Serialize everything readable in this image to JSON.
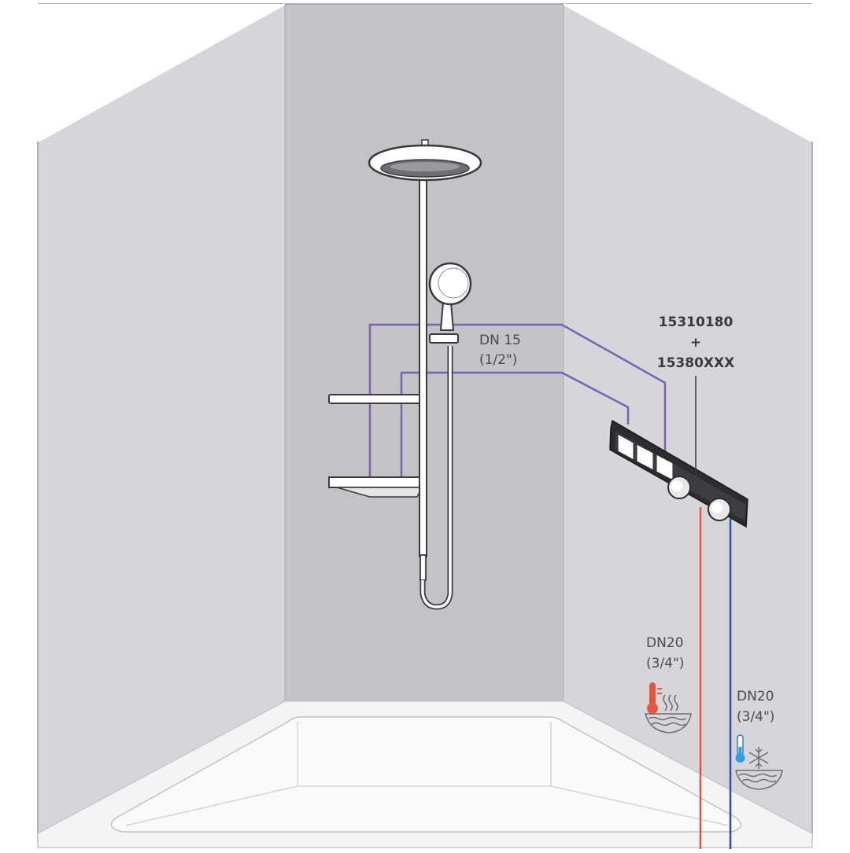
{
  "product": {
    "code_1": "15310180",
    "plus": "+",
    "code_2": "15380XXX"
  },
  "supply_pipe": {
    "size": "DN 15",
    "size_inch": "(1/2\")"
  },
  "hot_inlet": {
    "size": "DN20",
    "size_inch": "(3/4\")",
    "icon": "hot-water-icon"
  },
  "cold_inlet": {
    "size": "DN20",
    "size_inch": "(3/4\")",
    "icon": "cold-water-icon"
  },
  "colors": {
    "supply_pipe": "#7a62b8",
    "hot_pipe": "#e8543f",
    "cold_pipe": "#2f4fa8",
    "back_wall": "#c3c3c5",
    "side_wall": "#d6d6d8",
    "fixture_outline": "#3a3a3a"
  }
}
